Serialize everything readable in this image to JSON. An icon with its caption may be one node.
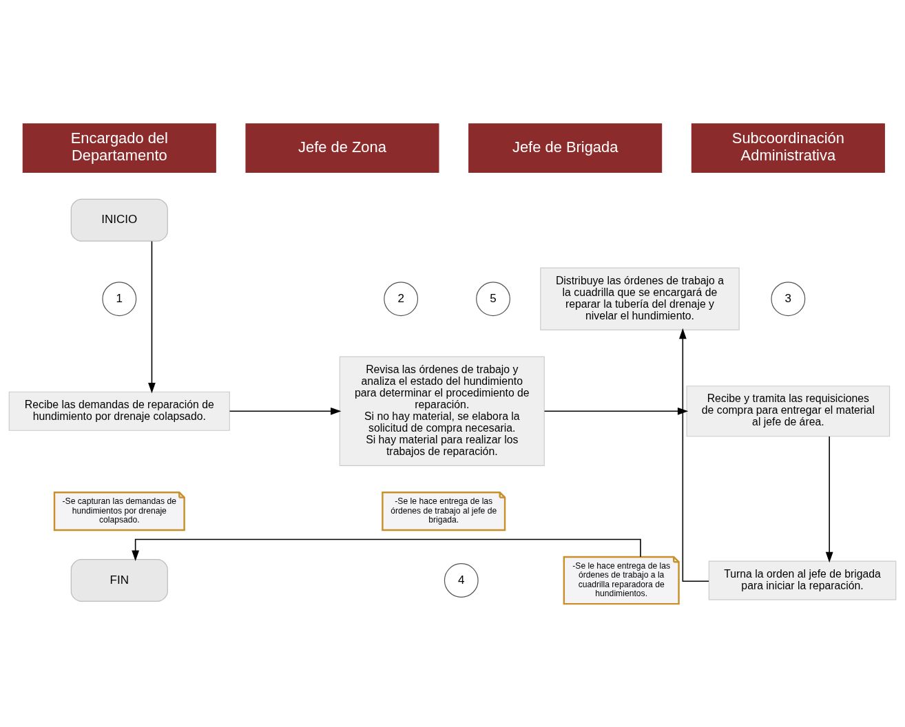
{
  "diagram": {
    "nodes": [
      {
        "text": [
          "Encargado del Departamento"
        ]
      },
      {
        "text": [
          "Jefe de Zona"
        ]
      },
      {
        "text": [
          "Jefe de Brigada"
        ]
      },
      {
        "text": [
          "Subcoordinación Administrativa"
        ]
      },
      {
        "text": [
          "INICIO"
        ]
      },
      {
        "text": [
          "1"
        ]
      },
      {
        "text": [
          "Recibe las demandas de reparación de hundimiento por drenaje colapsado."
        ]
      },
      {
        "text": [
          "-Se capturan las demandas de hundimientos por drenaje colapsado."
        ]
      },
      {
        "text": [
          "2"
        ]
      },
      {
        "text": [
          "Revisa las órdenes de trabajo y analiza el estado del hundimiento para determinar el procedimiento de reparación.",
          "Si no hay material, se elabora la solicitud de compra necesaria.",
          "Si hay material para realizar los trabajos de reparación."
        ]
      },
      {
        "text": [
          "-Se le hace entrega de las órdenes de trabajo al jefe de brigada."
        ]
      },
      {
        "text": [
          "3"
        ]
      },
      {
        "text": [
          "Recibe y tramita las requisiciones de compra para entregar el material al jefe de área."
        ]
      },
      {
        "text": [
          "4"
        ]
      },
      {
        "text": [
          "Turna la orden al jefe de brigada para iniciar la reparación."
        ]
      },
      {
        "text": [
          "5"
        ]
      },
      {
        "text": [
          "Distribuye las órdenes de trabajo a la cuadrilla que se encargará de reparar la tubería del drenaje y nivelar el hundimiento."
        ]
      },
      {
        "text": [
          "-Se le hace entrega de las órdenes de trabajo a la cuadrilla reparadora de hundimientos."
        ]
      },
      {
        "text": [
          "FIN"
        ]
      }
    ],
    "edges": [
      {
        "from": 4,
        "to": 6,
        "arrow": "to"
      },
      {
        "from": 6,
        "to": 9,
        "arrow": "to"
      },
      {
        "from": 9,
        "to": 12,
        "arrow": "to"
      },
      {
        "from": 12,
        "to": 14,
        "arrow": "to"
      },
      {
        "from": 14,
        "to": 16,
        "arrow": "to"
      },
      {
        "from": 17,
        "to": 18,
        "arrow": "to"
      }
    ]
  }
}
